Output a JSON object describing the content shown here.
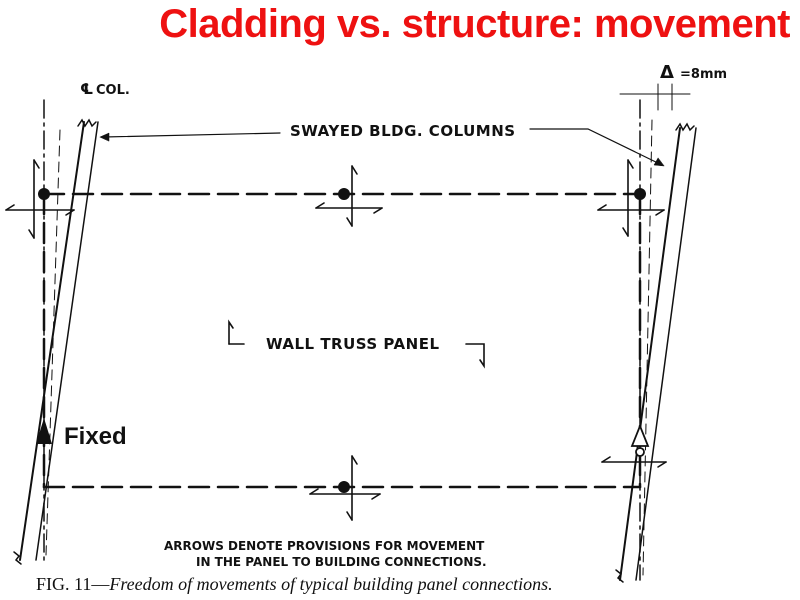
{
  "slide": {
    "title": "Cladding vs. structure: movement"
  },
  "diagram": {
    "column_centerline_label": "COL.",
    "centerline_symbol": "℄",
    "delta_label": "=8mm",
    "delta_symbol": "Δ",
    "swayed_columns_label": "SWAYED BLDG. COLUMNS",
    "panel_label": "WALL TRUSS PANEL",
    "fixed_label": "Fixed",
    "note_line1": "ARROWS DENOTE PROVISIONS FOR MOVEMENT",
    "note_line2": "IN THE PANEL TO BUILDING CONNECTIONS."
  },
  "caption": {
    "prefix": "FIG. 11—",
    "text": "Freedom of movements of typical building panel connections."
  },
  "colors": {
    "title": "#ee1111",
    "ink": "#111111"
  }
}
